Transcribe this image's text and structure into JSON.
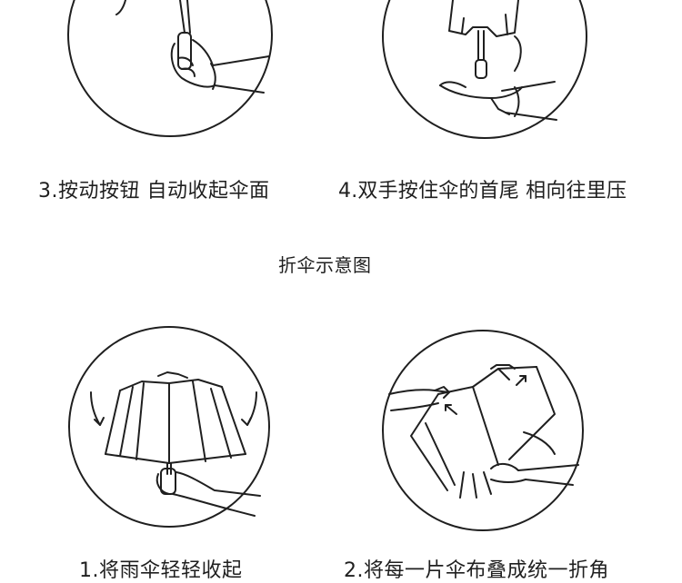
{
  "title": "折伞示意图",
  "steps": {
    "step1": "1.将雨伞轻轻收起",
    "step2": "2.将每一片伞布叠成统一折角",
    "step3": "3.按动按钮 自动收起伞面",
    "step4": "4.双手按住伞的首尾 相向往里压"
  },
  "colors": {
    "line": "#1f1f1f",
    "background": "#ffffff"
  }
}
